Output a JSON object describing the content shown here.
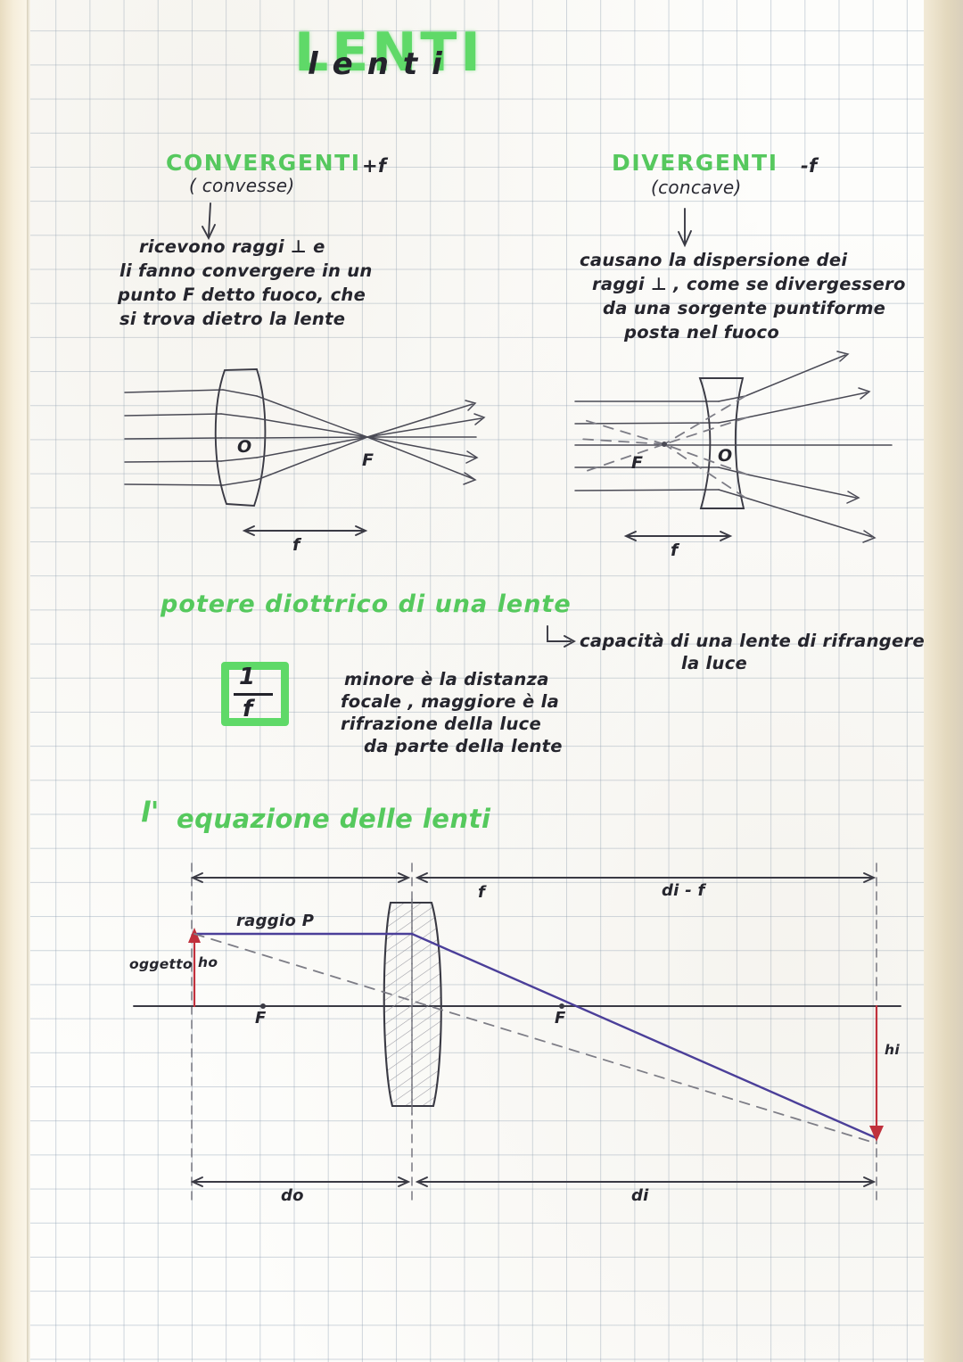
{
  "page": {
    "title_highlight": "LENTI",
    "title_ink": "lenti",
    "accent_green": "#5fd968",
    "ink_color": "#2a2a33",
    "ray_purple": "#4b3f99",
    "arrow_red": "#c0303c",
    "paper_color": "#fdfdfb",
    "grid_color": "#7b8ca5"
  },
  "sections": {
    "converging": {
      "heading": "CONVERGENTI",
      "sign": "+f",
      "subtitle": "( convesse)",
      "description_lines": [
        "ricevono raggi ⊥ e",
        "li fanno convergere in un",
        "punto F detto fuoco, che",
        "si trova dietro la lente"
      ],
      "diagram": {
        "center_label": "O",
        "focus_label": "F",
        "distance_label": "f",
        "ray_count": 5,
        "lens_type": "biconvex"
      }
    },
    "diverging": {
      "heading": "DIVERGENTI",
      "sign": "-f",
      "subtitle": "(concave)",
      "description_lines": [
        "causano la dispersione dei",
        "raggi ⊥ , come se divergessero",
        "da una sorgente puntiforme",
        "posta nel fuoco"
      ],
      "diagram": {
        "center_label": "O",
        "focus_label": "F",
        "distance_label": "f",
        "ray_count": 5,
        "lens_type": "biconcave"
      }
    },
    "dioptric_power": {
      "heading": "potere diottrico di una lente",
      "arrow_note_lines": [
        "capacità di una lente di rifrangere",
        "la luce"
      ],
      "formula_numerator": "1",
      "formula_denominator": "f",
      "explanation_lines": [
        "minore è la distanza",
        "focale , maggiore è la",
        "rifrazione della luce",
        "da parte della lente"
      ]
    },
    "lens_equation": {
      "heading_prefix": "l'",
      "heading": "equazione delle lenti",
      "labels": {
        "ray_principal": "raggio P",
        "object": "oggetto",
        "object_height": "ho",
        "image_height": "hi",
        "focus_left": "F",
        "focus_right": "F",
        "dim_focal": "f",
        "dim_di_minus_f": "di - f",
        "dim_do": "do",
        "dim_di": "di"
      }
    }
  }
}
